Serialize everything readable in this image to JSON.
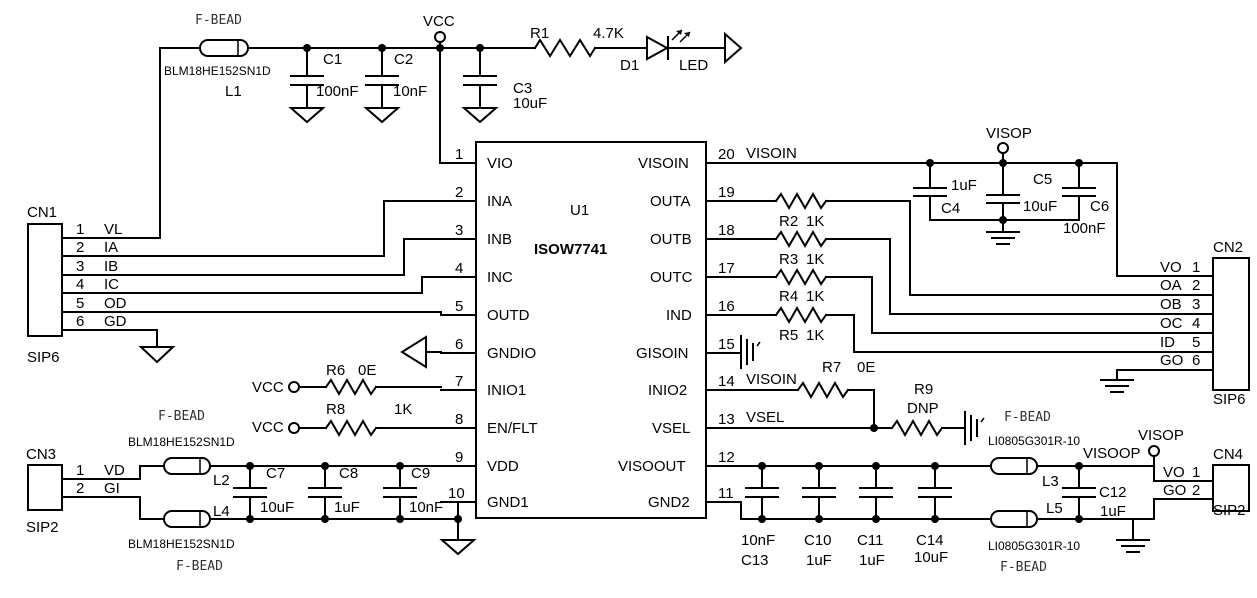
{
  "ic": {
    "ref": "U1",
    "part": "ISOW7741"
  },
  "left_pins": [
    {
      "num": "1",
      "name": "VIO"
    },
    {
      "num": "2",
      "name": "INA"
    },
    {
      "num": "3",
      "name": "INB"
    },
    {
      "num": "4",
      "name": "INC"
    },
    {
      "num": "5",
      "name": "OUTD"
    },
    {
      "num": "6",
      "name": "GNDIO"
    },
    {
      "num": "7",
      "name": "INIO1"
    },
    {
      "num": "8",
      "name": "EN/FLT"
    },
    {
      "num": "9",
      "name": "VDD"
    },
    {
      "num": "10",
      "name": "GND1"
    }
  ],
  "right_pins": [
    {
      "num": "20",
      "name": "VISOIN"
    },
    {
      "num": "19",
      "name": "OUTA"
    },
    {
      "num": "18",
      "name": "OUTB"
    },
    {
      "num": "17",
      "name": "OUTC"
    },
    {
      "num": "16",
      "name": "IND"
    },
    {
      "num": "15",
      "name": "GISOIN"
    },
    {
      "num": "14",
      "name": "INIO2"
    },
    {
      "num": "13",
      "name": "VSEL"
    },
    {
      "num": "12",
      "name": "VISOOUT"
    },
    {
      "num": "11",
      "name": "GND2"
    }
  ],
  "cn1": {
    "ref": "CN1",
    "type": "SIP6",
    "pins": [
      {
        "num": "1",
        "sig": "VL"
      },
      {
        "num": "2",
        "sig": "IA"
      },
      {
        "num": "3",
        "sig": "IB"
      },
      {
        "num": "4",
        "sig": "IC"
      },
      {
        "num": "5",
        "sig": "OD"
      },
      {
        "num": "6",
        "sig": "GD"
      }
    ]
  },
  "cn2": {
    "ref": "CN2",
    "type": "SIP6",
    "pins": [
      {
        "num": "1",
        "sig": "VO"
      },
      {
        "num": "2",
        "sig": "OA"
      },
      {
        "num": "3",
        "sig": "OB"
      },
      {
        "num": "4",
        "sig": "OC"
      },
      {
        "num": "5",
        "sig": "ID"
      },
      {
        "num": "6",
        "sig": "GO"
      }
    ]
  },
  "cn3": {
    "ref": "CN3",
    "type": "SIP2",
    "pins": [
      {
        "num": "1",
        "sig": "VD"
      },
      {
        "num": "2",
        "sig": "GI"
      }
    ]
  },
  "cn4": {
    "ref": "CN4",
    "type": "SIP2",
    "pins": [
      {
        "num": "1",
        "sig": "VO"
      },
      {
        "num": "2",
        "sig": "GO"
      }
    ]
  },
  "nets": {
    "vcc": "VCC",
    "visop": "VISOP",
    "visoin": "VISOIN",
    "vsel": "VSEL",
    "visoop": "VISOOP"
  },
  "beads": {
    "l1": {
      "ref": "L1",
      "part": "BLM18HE152SN1D",
      "kind": "F-BEAD"
    },
    "l2": {
      "ref": "L2",
      "part": "BLM18HE152SN1D"
    },
    "l4": {
      "ref": "L4",
      "part": "BLM18HE152SN1D",
      "kind": "F-BEAD"
    },
    "l3": {
      "ref": "L3",
      "part": "LI0805G301R-10",
      "kind": "F-BEAD"
    },
    "l5": {
      "ref": "L5",
      "part": "LI0805G301R-10",
      "kind": "F-BEAD"
    },
    "f_bead_l2": "F-BEAD"
  },
  "caps": {
    "c1": {
      "ref": "C1",
      "val": "100nF"
    },
    "c2": {
      "ref": "C2",
      "val": "10nF"
    },
    "c3": {
      "ref": "C3",
      "val": "10uF"
    },
    "c4": {
      "ref": "C4",
      "val": "1uF"
    },
    "c5": {
      "ref": "C5",
      "val": "10uF"
    },
    "c6": {
      "ref": "C6",
      "val": "100nF"
    },
    "c7": {
      "ref": "C7",
      "val": "10uF"
    },
    "c8": {
      "ref": "C8",
      "val": "1uF"
    },
    "c9": {
      "ref": "C9",
      "val": "10nF"
    },
    "c10": {
      "ref": "C10",
      "val": "1uF"
    },
    "c11": {
      "ref": "C11",
      "val": "1uF"
    },
    "c12": {
      "ref": "C12",
      "val": "1uF"
    },
    "c13": {
      "ref": "C13",
      "val": "10nF"
    },
    "c14": {
      "ref": "C14",
      "val": "10uF"
    }
  },
  "resistors": {
    "r1": {
      "ref": "R1",
      "val": "4.7K"
    },
    "r2": {
      "ref": "R2",
      "val": "1K"
    },
    "r3": {
      "ref": "R3",
      "val": "1K"
    },
    "r4": {
      "ref": "R4",
      "val": "1K"
    },
    "r5": {
      "ref": "R5",
      "val": "1K"
    },
    "r6": {
      "ref": "R6",
      "val": "0E"
    },
    "r7": {
      "ref": "R7",
      "val": "0E"
    },
    "r8": {
      "ref": "R8",
      "val": "1K"
    },
    "r9": {
      "ref": "R9",
      "val": "DNP"
    }
  },
  "led": {
    "ref": "D1",
    "val": "LED"
  }
}
